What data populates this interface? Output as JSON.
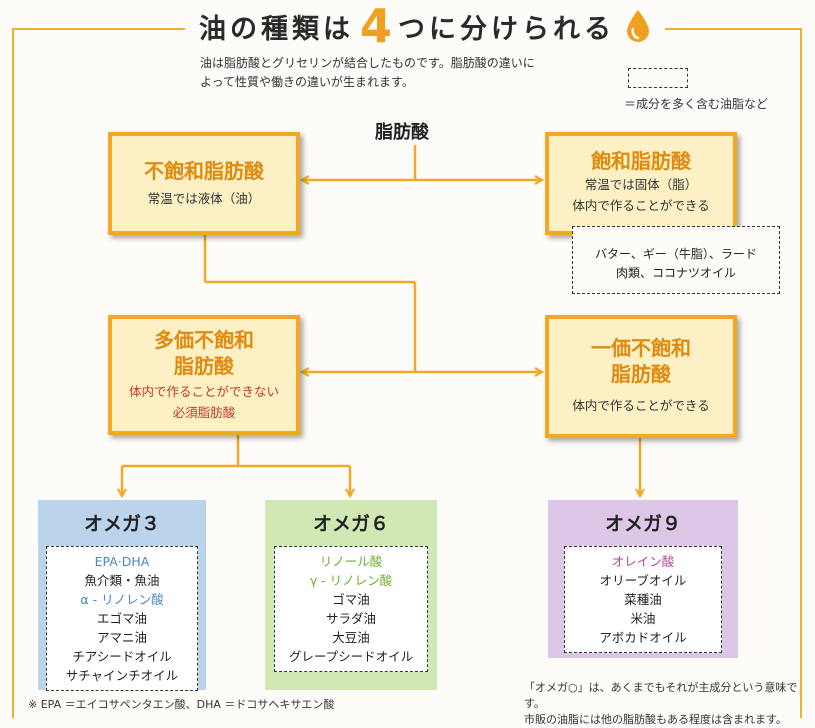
{
  "title": {
    "prefix": "油の種類は",
    "number": "4",
    "suffix": "つに分けられる"
  },
  "intro": "油は脂肪酸とグリセリンが結合したものです。脂肪酸の違いによって性質や働きの違いが生まれます。",
  "legend": "＝成分を多く含む油脂など",
  "root": "脂肪酸",
  "unsaturated": {
    "title": "不飽和脂肪酸",
    "desc": "常温では液体（油）"
  },
  "saturated": {
    "title": "飽和脂肪酸",
    "desc1": "常温では固体（脂）",
    "desc2": "体内で作ることができる",
    "examples1": "バター、ギー（牛脂）、ラード",
    "examples2": "肉類、ココナツオイル"
  },
  "poly": {
    "title1": "多価不飽和",
    "title2": "脂肪酸",
    "desc1": "体内で作ることができない",
    "desc2": "必須脂肪酸"
  },
  "mono": {
    "title1": "一価不飽和",
    "title2": "脂肪酸",
    "desc": "体内で作ることができる"
  },
  "omega3": {
    "title": "オメガ３",
    "items": [
      "EPA·DHA",
      "魚介類・魚油",
      "α - リノレン酸",
      "エゴマ油",
      "アマニ油",
      "チアシードオイル",
      "サチャインチオイル"
    ]
  },
  "omega6": {
    "title": "オメガ６",
    "items": [
      "リノール酸",
      "γ - リノレン酸",
      "ゴマ油",
      "サラダ油",
      "大豆油",
      "グレープシードオイル"
    ]
  },
  "omega9": {
    "title": "オメガ９",
    "items": [
      "オレイン酸",
      "オリーブオイル",
      "菜種油",
      "米油",
      "アボカドオイル"
    ]
  },
  "footnote": "※ EPA ＝エイコサペンタエン酸、DHA ＝ドコサヘキサエン酸",
  "note1": "「オメガ○」は、あくまでもそれが主成分という意味です。",
  "note2": "市販の油脂には他の脂肪酸もある程度は含まれます。",
  "colors": {
    "accent": "#f0a826",
    "omega3_bg": "#bcd3ec",
    "omega6_bg": "#cfe8b4",
    "omega9_bg": "#dcc8e6",
    "omega3_hl": "#4a86c8",
    "omega6_hl": "#6ab030",
    "omega9_hl": "#b04a9a"
  }
}
